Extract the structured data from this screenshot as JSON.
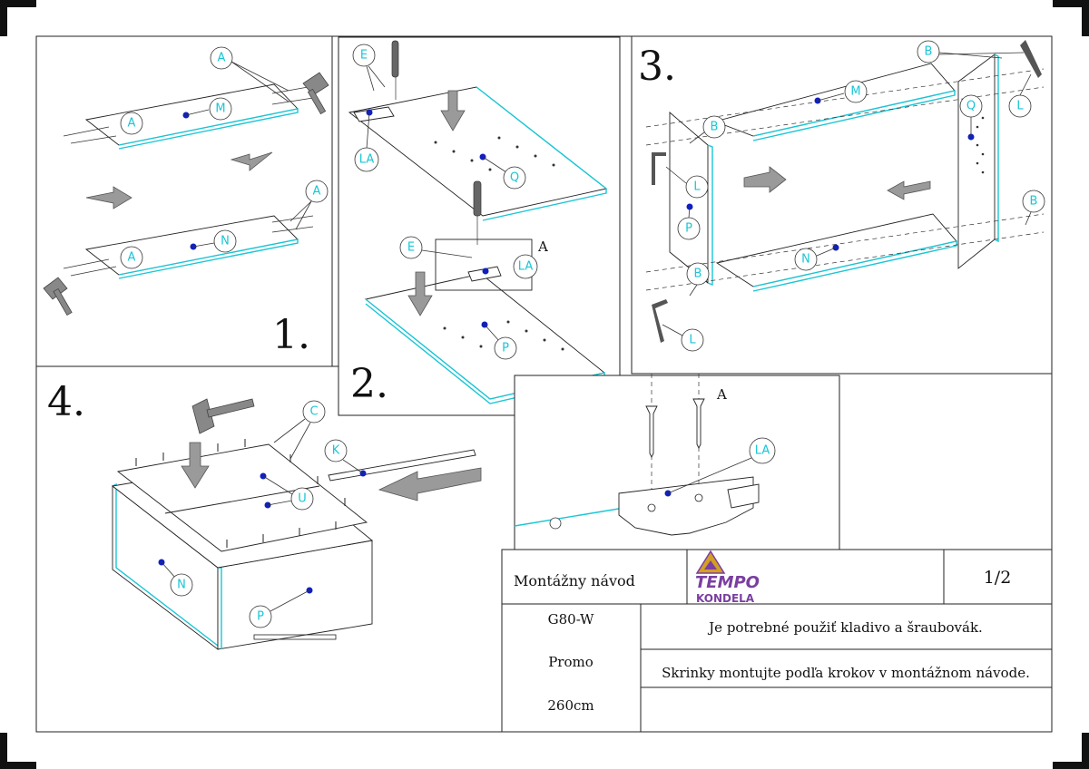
{
  "steps": {
    "s1": "1.",
    "s2": "2.",
    "s3": "3.",
    "s4": "4."
  },
  "labels": {
    "A": "A",
    "M": "M",
    "N": "N",
    "E": "E",
    "LA": "LA",
    "Q": "Q",
    "P": "P",
    "B": "B",
    "L": "L",
    "C": "C",
    "K": "K",
    "U": "U"
  },
  "detail": {
    "title": "A"
  },
  "title_block": {
    "title": "Montážny návod",
    "brand_top": "TEMPO",
    "brand_bottom": "KONDELA",
    "page": "1/2",
    "model": "G80-W",
    "name": "Promo",
    "length": "260cm",
    "note1": "Je potrebné použiť kladivo a šraubovák.",
    "note2": "Skrinky montujte podľa krokov v montážnom návode."
  },
  "colors": {
    "accent": "#19c6d6",
    "dot": "#1020c0",
    "brand_purple": "#7a3fa0",
    "brand_logo": "#d4a020"
  }
}
